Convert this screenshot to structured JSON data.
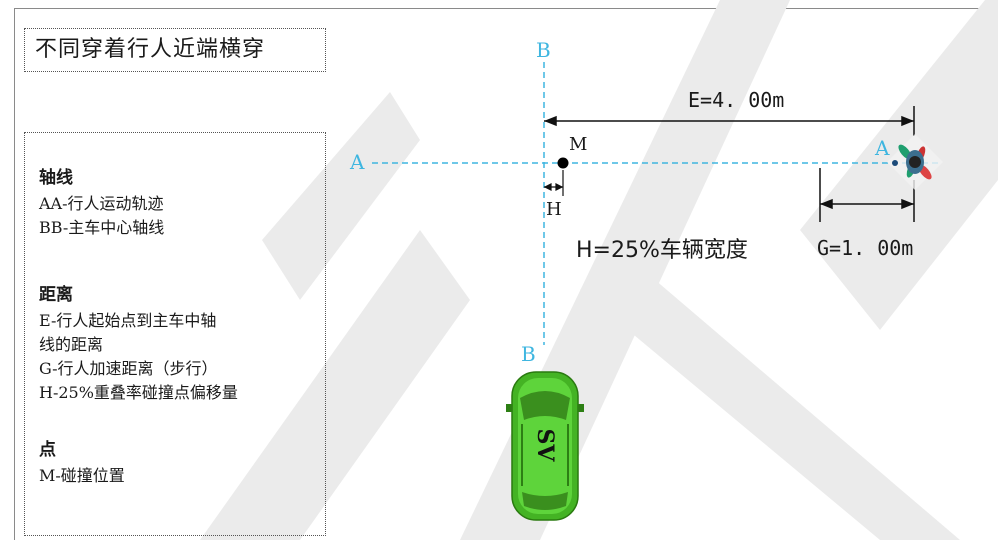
{
  "title": "不同穿着行人近端横穿",
  "legend": {
    "axis": {
      "heading": "轴线",
      "items": [
        "AA-行人运动轨迹",
        "BB-主车中心轴线"
      ]
    },
    "distance": {
      "heading": "距离",
      "items": [
        "E-行人起始点到主车中轴",
        "线的距离",
        "G-行人加速距离（步行）",
        "H-25%重叠率碰撞点偏移量"
      ]
    },
    "point": {
      "heading": "点",
      "items": [
        "M-碰撞位置"
      ]
    }
  },
  "diagram": {
    "label_a_left": "A",
    "label_a_right": "A",
    "label_b_top": "B",
    "label_b_bottom": "B",
    "label_m": "M",
    "label_h": "H",
    "dim_e": "E=4. 00m",
    "dim_g": "G=1. 00m",
    "note_h": "H=25%车辆宽度",
    "vehicle_label": "SV",
    "colors": {
      "axis": "#3fb6e0",
      "vehicle": "#4fd130",
      "watermark": "#e6e6e6"
    }
  }
}
